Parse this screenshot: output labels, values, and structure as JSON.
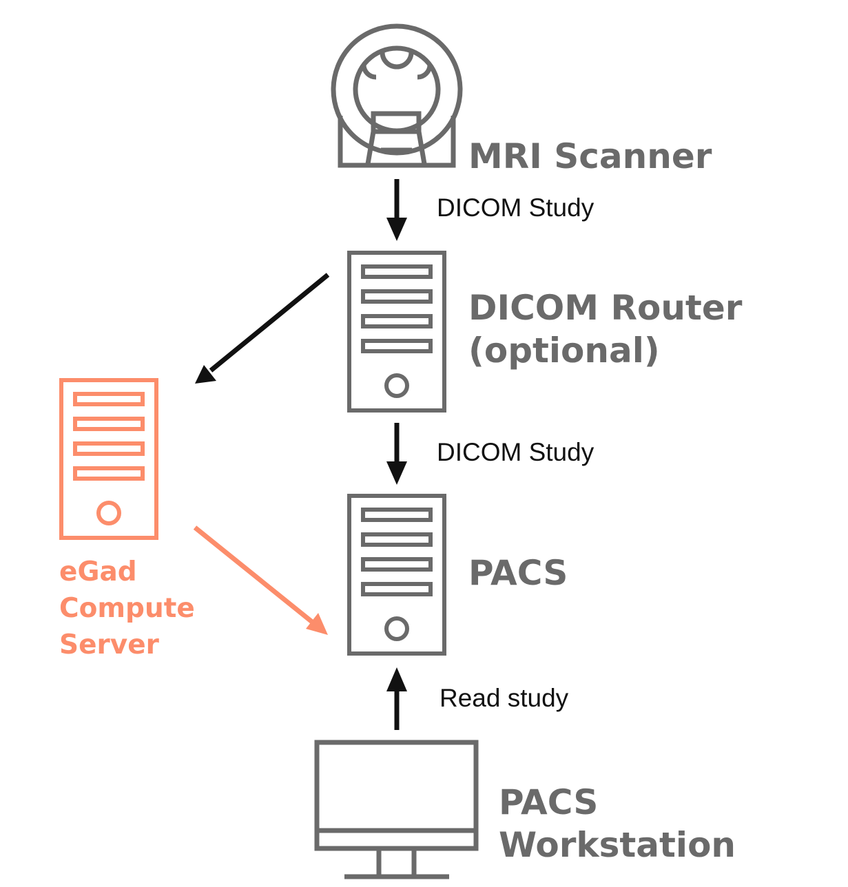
{
  "colors": {
    "node": "#6a6a6a",
    "accent": "#fc8d6b",
    "arrow": "#111111"
  },
  "nodes": {
    "mri_scanner": {
      "label": "MRI Scanner",
      "icon": "mri-scanner-icon"
    },
    "dicom_router": {
      "label_line1": "DICOM Router",
      "label_line2": "(optional)",
      "icon": "server-tower-icon"
    },
    "egad_server": {
      "label_line1": "eGad",
      "label_line2": "Compute",
      "label_line3": "Server",
      "icon": "server-tower-icon"
    },
    "pacs": {
      "label": "PACS",
      "icon": "server-tower-icon"
    },
    "pacs_workstation": {
      "label_line1": "PACS",
      "label_line2": "Workstation",
      "icon": "monitor-icon"
    }
  },
  "edges": {
    "scanner_to_router": {
      "label": "DICOM Study"
    },
    "router_to_pacs": {
      "label": "DICOM Study"
    },
    "workstation_to_pacs": {
      "label": "Read study"
    }
  }
}
